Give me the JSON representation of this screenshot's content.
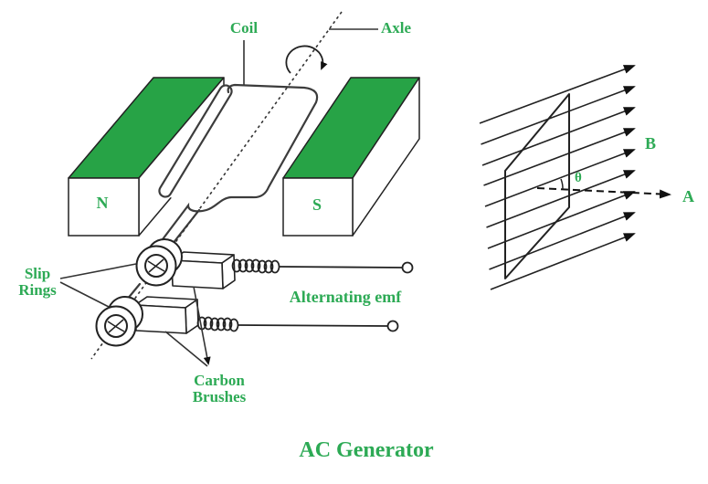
{
  "title": "AC Generator",
  "colors": {
    "green_fill": "#27a346",
    "green_text": "#2daa55",
    "line_dark": "#2b2b2b"
  },
  "generator": {
    "labels": {
      "coil": "Coil",
      "axle": "Axle",
      "north": "N",
      "south": "S",
      "slip_rings": "Slip\nRings",
      "alternating_emf": "Alternating emf",
      "carbon_brushes": "Carbon\nBrushes"
    }
  },
  "flux": {
    "labels": {
      "field": "B",
      "angle": "θ",
      "area_vector": "A"
    }
  }
}
